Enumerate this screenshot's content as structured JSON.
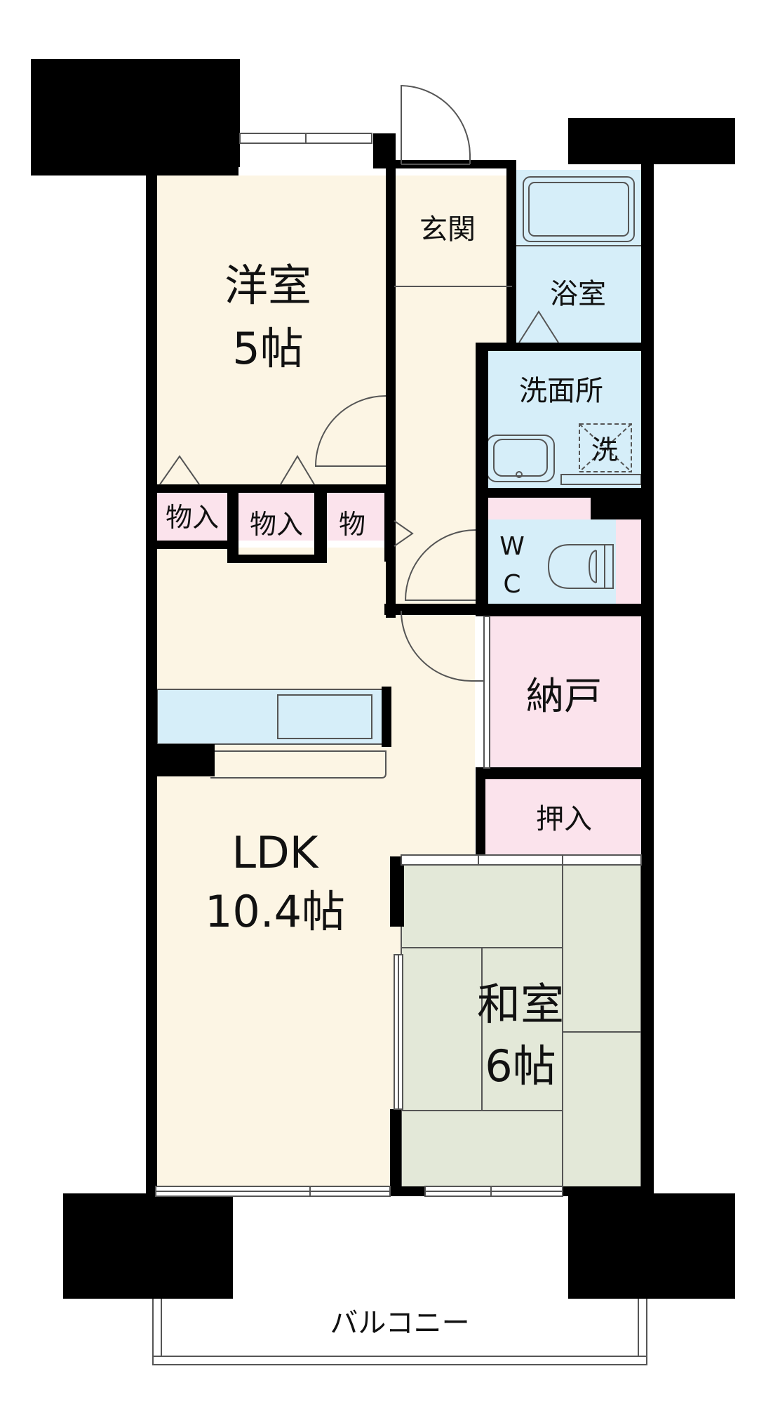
{
  "rooms": {
    "western": {
      "name": "洋室",
      "size": "5帖"
    },
    "entrance": {
      "name": "玄関"
    },
    "bath": {
      "name": "浴室"
    },
    "washroom": {
      "name": "洗面所",
      "washer": "洗"
    },
    "storage1": {
      "name": "物入"
    },
    "storage2": {
      "name": "物入"
    },
    "storage3": {
      "name": "物"
    },
    "wc": {
      "line1": "W",
      "line2": "C"
    },
    "closet": {
      "name": "納戸"
    },
    "oshiire": {
      "name": "押入"
    },
    "ldk": {
      "name": "LDK",
      "size": "10.4帖"
    },
    "japanese": {
      "name": "和室",
      "size": "6帖"
    },
    "balcony": {
      "name": "バルコニー"
    }
  },
  "colors": {
    "wall": "#000000",
    "floor_wood": "#fcf5e4",
    "wet_area": "#d6eef9",
    "storage": "#fbe3ec",
    "tatami": "#e3e8d8",
    "line": "#555555"
  }
}
